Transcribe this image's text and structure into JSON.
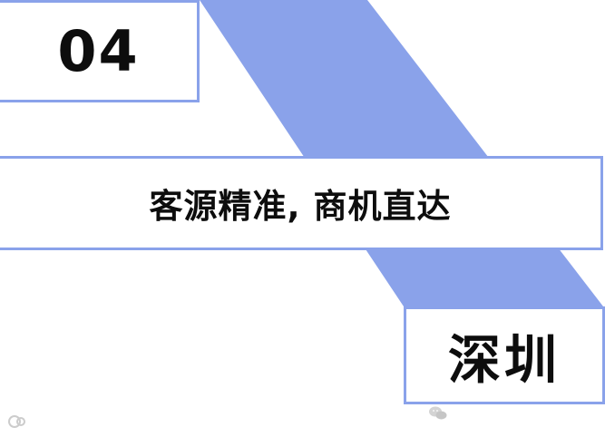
{
  "badge": {
    "number": "04"
  },
  "headline": {
    "text": "客源精准, 商机直达"
  },
  "city": {
    "name": "深圳"
  },
  "colors": {
    "accent": "#8aa2ea",
    "text": "#0d0d0d",
    "background": "#ffffff"
  },
  "icons": {
    "watermark_left": "logo-icon",
    "watermark_right": "wechat-icon"
  }
}
